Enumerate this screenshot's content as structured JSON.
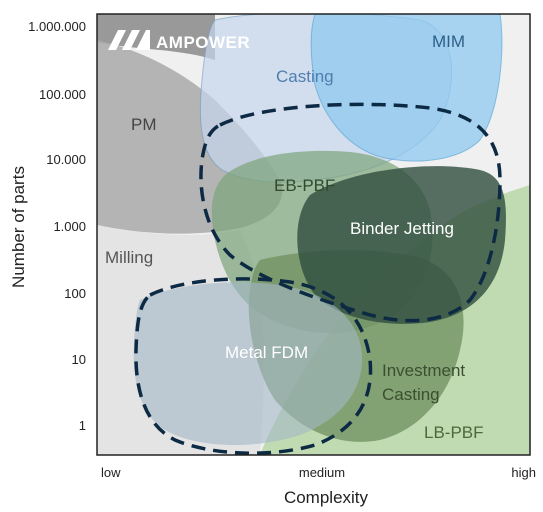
{
  "chart_data": {
    "type": "diagram",
    "ylabel": "Number of parts",
    "xlabel": "Complexity",
    "y_ticks": [
      "1.000.000",
      "100.000",
      "10.000",
      "1.000",
      "100",
      "10",
      "1"
    ],
    "x_ticks": [
      "low",
      "medium",
      "high"
    ],
    "brand": "AMPOWER",
    "regions": [
      {
        "name": "PM",
        "color": "#a9a9a9"
      },
      {
        "name": "Milling",
        "color": "#c9c9c9"
      },
      {
        "name": "Casting",
        "color": "#c6d6ec"
      },
      {
        "name": "MIM",
        "color": "#8fcaf0"
      },
      {
        "name": "EB-PBF",
        "color": "#9cb2c4"
      },
      {
        "name": "Binder Jetting",
        "color": "#3d5a4b"
      },
      {
        "name": "Metal FDM",
        "color": "#a3b7c6"
      },
      {
        "name": "Investment Casting",
        "color": "#6f8f5f"
      },
      {
        "name": "LB-PBF",
        "color": "#b7d7a6"
      }
    ],
    "colors": {
      "dashed_outline": "#0d2a44",
      "frame": "#222222",
      "plot_background": "#f0f0f0"
    }
  }
}
